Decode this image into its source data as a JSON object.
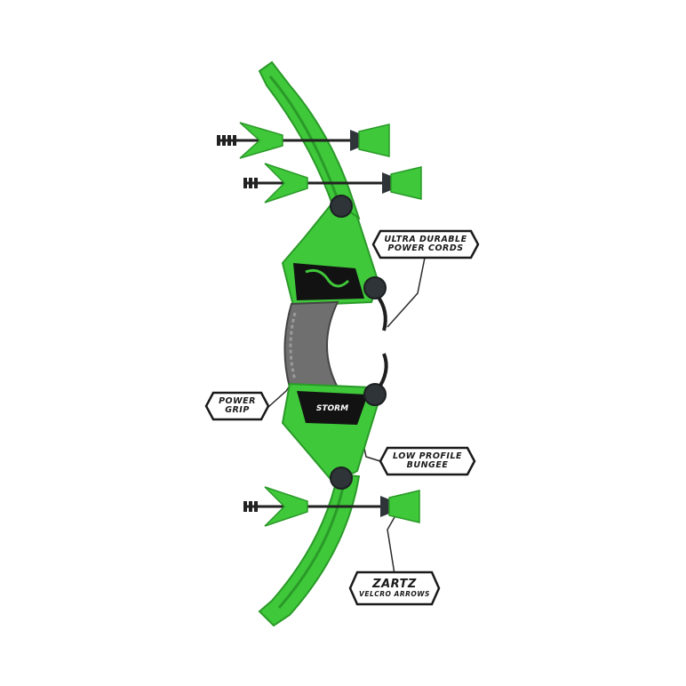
{
  "callouts": {
    "cords": {
      "line1": "ULTRA DURABLE",
      "line2": "POWER CORDS"
    },
    "grip": {
      "line1": "POWER",
      "line2": "GRIP"
    },
    "bungee": {
      "line1": "LOW PROFILE",
      "line2": "BUNGEE"
    },
    "arrows": {
      "line1": "ZARTZ",
      "line2": "VELCRO ARROWS"
    }
  },
  "grip_logo": {
    "text": "STORM"
  },
  "colors": {
    "bow_green": "#3fc83a",
    "bow_dark_green": "#2a9a28",
    "cord_orange": "#e8963a",
    "grip_gray": "#6f6f6f",
    "joint_dark": "#2f3438",
    "label_border": "#1a1a1a"
  }
}
